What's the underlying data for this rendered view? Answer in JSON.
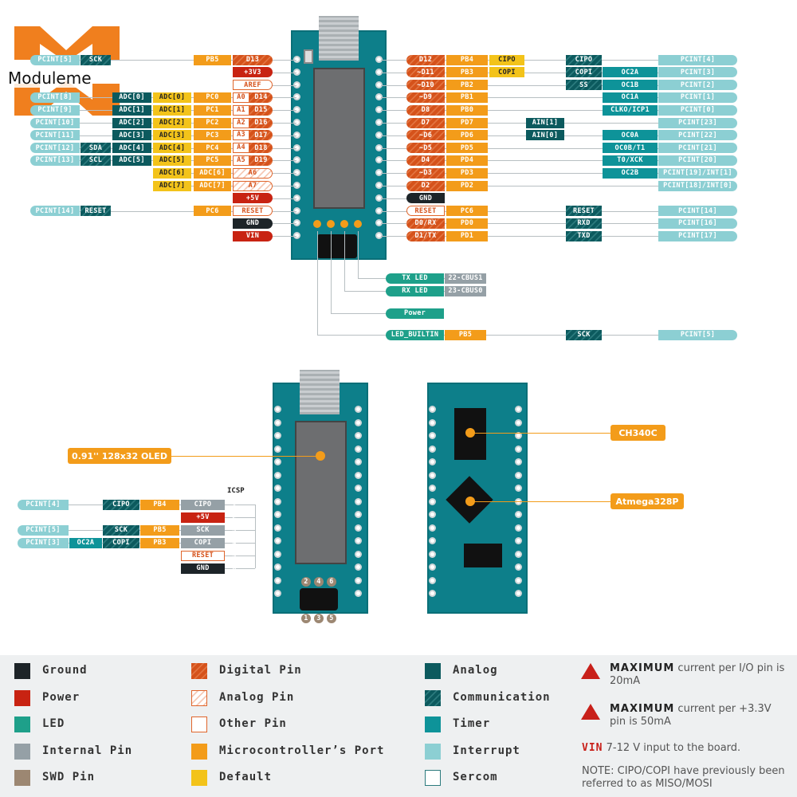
{
  "logo": {
    "text": "Moduleme"
  },
  "left_rows": [
    [
      [
        "pcint",
        "PCINT[5]"
      ],
      [
        "comm",
        "SCK"
      ],
      [
        "port",
        "PB5"
      ],
      [
        "pin",
        "D13",
        "digital"
      ]
    ],
    [
      [
        "pin",
        "+3V3",
        "power"
      ]
    ],
    [
      [
        "pin",
        "AREF",
        "other"
      ]
    ],
    [
      [
        "pcint",
        "PCINT[8]"
      ],
      [
        "analog",
        "ADC[0]"
      ],
      [
        "default",
        "ADC[0]"
      ],
      [
        "port",
        "PC0"
      ],
      [
        "pin",
        "A0 D14",
        "ad"
      ]
    ],
    [
      [
        "pcint",
        "PCINT[9]"
      ],
      [
        "analog",
        "ADC[1]"
      ],
      [
        "default",
        "ADC[1]"
      ],
      [
        "port",
        "PC1"
      ],
      [
        "pin",
        "A1 D15",
        "ad"
      ]
    ],
    [
      [
        "pcint",
        "PCINT[10]"
      ],
      [
        "analog",
        "ADC[2]"
      ],
      [
        "default",
        "ADC[2]"
      ],
      [
        "port",
        "PC2"
      ],
      [
        "pin",
        "A2 D16",
        "ad"
      ]
    ],
    [
      [
        "pcint",
        "PCINT[11]"
      ],
      [
        "analog",
        "ADC[3]"
      ],
      [
        "default",
        "ADC[3]"
      ],
      [
        "port",
        "PC3"
      ],
      [
        "pin",
        "A3 D17",
        "ad"
      ]
    ],
    [
      [
        "pcint",
        "PCINT[12]"
      ],
      [
        "comm",
        "SDA"
      ],
      [
        "analog",
        "ADC[4]"
      ],
      [
        "default",
        "ADC[4]"
      ],
      [
        "port",
        "PC4"
      ],
      [
        "pin",
        "A4 D18",
        "ad"
      ]
    ],
    [
      [
        "pcint",
        "PCINT[13]"
      ],
      [
        "comm",
        "SCL"
      ],
      [
        "analog",
        "ADC[5]"
      ],
      [
        "default",
        "ADC[5]"
      ],
      [
        "port",
        "PC5"
      ],
      [
        "pin",
        "A5 D19",
        "ad"
      ]
    ],
    [
      [
        "default",
        "ADC[6]"
      ],
      [
        "port",
        "ADC[6]"
      ],
      [
        "pin",
        "A6",
        "analogpin"
      ]
    ],
    [
      [
        "default",
        "ADC[7]"
      ],
      [
        "port",
        "ADC[7]"
      ],
      [
        "pin",
        "A7",
        "analogpin"
      ]
    ],
    [
      [
        "pin",
        "+5V",
        "power"
      ]
    ],
    [
      [
        "pcint",
        "PCINT[14]"
      ],
      [
        "comm",
        "RESET"
      ],
      [
        "port",
        "PC6"
      ],
      [
        "pin",
        "RESET",
        "other"
      ]
    ],
    [
      [
        "pin",
        "GND",
        "ground"
      ]
    ],
    [
      [
        "pin",
        "VIN",
        "power"
      ]
    ]
  ],
  "right_rows": [
    [
      [
        "pin",
        "D12",
        "digital"
      ],
      [
        "port",
        "PB4"
      ],
      [
        "default",
        "CIPO"
      ],
      [
        "comm",
        "CIPO"
      ],
      [
        "pcint",
        "PCINT[4]"
      ]
    ],
    [
      [
        "pin",
        "~D11",
        "digital"
      ],
      [
        "port",
        "PB3"
      ],
      [
        "default",
        "COPI"
      ],
      [
        "comm",
        "COPI"
      ],
      [
        "timer",
        "OC2A"
      ],
      [
        "pcint",
        "PCINT[3]"
      ]
    ],
    [
      [
        "pin",
        "~D10",
        "digital"
      ],
      [
        "port",
        "PB2"
      ],
      [
        "comm",
        "SS"
      ],
      [
        "timer",
        "OC1B"
      ],
      [
        "pcint",
        "PCINT[2]"
      ]
    ],
    [
      [
        "pin",
        "~D9",
        "digital"
      ],
      [
        "port",
        "PB1"
      ],
      [
        "timer",
        "OC1A"
      ],
      [
        "pcint",
        "PCINT[1]"
      ]
    ],
    [
      [
        "pin",
        "D8",
        "digital"
      ],
      [
        "port",
        "PB0"
      ],
      [
        "timer",
        "CLKO/ICP1"
      ],
      [
        "pcint",
        "PCINT[0]"
      ]
    ],
    [
      [
        "pin",
        "D7",
        "digital"
      ],
      [
        "port",
        "PD7"
      ],
      [
        "analog",
        "AIN[1]"
      ],
      [
        "pcint",
        "PCINT[23]"
      ]
    ],
    [
      [
        "pin",
        "~D6",
        "digital"
      ],
      [
        "port",
        "PD6"
      ],
      [
        "analog",
        "AIN[0]"
      ],
      [
        "timer",
        "OC0A"
      ],
      [
        "pcint",
        "PCINT[22]"
      ]
    ],
    [
      [
        "pin",
        "~D5",
        "digital"
      ],
      [
        "port",
        "PD5"
      ],
      [
        "timer",
        "OC0B/T1"
      ],
      [
        "pcint",
        "PCINT[21]"
      ]
    ],
    [
      [
        "pin",
        "D4",
        "digital"
      ],
      [
        "port",
        "PD4"
      ],
      [
        "timer",
        "T0/XCK"
      ],
      [
        "pcint",
        "PCINT[20]"
      ]
    ],
    [
      [
        "pin",
        "~D3",
        "digital"
      ],
      [
        "port",
        "PD3"
      ],
      [
        "timer",
        "OC2B"
      ],
      [
        "pcint",
        "PCINT[19]/INT[1]"
      ]
    ],
    [
      [
        "pin",
        "D2",
        "digital"
      ],
      [
        "port",
        "PD2"
      ],
      [
        "pcint",
        "PCINT[18]/INT[0]"
      ]
    ],
    [
      [
        "pin",
        "GND",
        "ground"
      ]
    ],
    [
      [
        "pin",
        "RESET",
        "other"
      ],
      [
        "port",
        "PC6"
      ],
      [
        "comm",
        "RESET"
      ],
      [
        "pcint",
        "PCINT[14]"
      ]
    ],
    [
      [
        "pin",
        "D0/RX",
        "digital"
      ],
      [
        "port",
        "PD0"
      ],
      [
        "comm",
        "RXD"
      ],
      [
        "pcint",
        "PCINT[16]"
      ]
    ],
    [
      [
        "pin",
        "D1/TX",
        "digital"
      ],
      [
        "port",
        "PD1"
      ],
      [
        "comm",
        "TXD"
      ],
      [
        "pcint",
        "PCINT[17]"
      ]
    ]
  ],
  "bottom_rows": [
    [
      [
        "pin",
        "TX LED",
        "led"
      ],
      [
        "port",
        "22-CBUS1",
        "internal"
      ]
    ],
    [
      [
        "pin",
        "RX LED",
        "led"
      ],
      [
        "port",
        "23-CBUS0",
        "internal"
      ]
    ],
    [
      [
        "pin",
        "Power",
        "led"
      ]
    ],
    [
      [
        "pin",
        "LED_BUILTIN",
        "led"
      ],
      [
        "port",
        "PB5"
      ],
      [
        "comm",
        "SCK"
      ],
      [
        "pcint",
        "PCINT[5]"
      ]
    ]
  ],
  "icsp": {
    "title": "ICSP",
    "rows": [
      [
        [
          "pcint",
          "PCINT[4]"
        ],
        [
          "comm",
          "CIPO"
        ],
        [
          "port",
          "PB4"
        ],
        [
          "internal",
          "CIPO"
        ],
        [
          "num",
          "1"
        ]
      ],
      [
        [
          "internal",
          "+5V",
          "power"
        ],
        [
          "num",
          "2"
        ]
      ],
      [
        [
          "pcint",
          "PCINT[5]"
        ],
        [
          "comm",
          "SCK"
        ],
        [
          "port",
          "PB5"
        ],
        [
          "internal",
          "SCK"
        ],
        [
          "num",
          "3"
        ]
      ],
      [
        [
          "pcint",
          "PCINT[3]"
        ],
        [
          "timer",
          "OC2A"
        ],
        [
          "comm",
          "COPI"
        ],
        [
          "port",
          "PB3"
        ],
        [
          "internal",
          "COPI"
        ],
        [
          "num",
          "4"
        ]
      ],
      [
        [
          "internal",
          "RESET",
          "other"
        ],
        [
          "num",
          "5"
        ]
      ],
      [
        [
          "internal",
          "GND",
          "ground"
        ],
        [
          "num",
          "6"
        ]
      ]
    ],
    "header_top": [
      "2",
      "4",
      "6"
    ],
    "header_bottom": [
      "1",
      "3",
      "5"
    ]
  },
  "callouts": {
    "oled": "0.91'' 128x32 OLED",
    "ch340": "CH340C",
    "atmega": "Atmega328P"
  },
  "legend": [
    {
      "label": "Ground",
      "type": "ground"
    },
    {
      "label": "Power",
      "type": "power"
    },
    {
      "label": "LED",
      "type": "led"
    },
    {
      "label": "Internal Pin",
      "type": "internal"
    },
    {
      "label": "SWD Pin",
      "type": "swd"
    },
    {
      "label": "Digital Pin",
      "type": "digital"
    },
    {
      "label": "Analog Pin",
      "type": "analogpin"
    },
    {
      "label": "Other Pin",
      "type": "other"
    },
    {
      "label": "Microcontroller’s Port",
      "type": "port"
    },
    {
      "label": "Default",
      "type": "default"
    },
    {
      "label": "Analog",
      "type": "analog"
    },
    {
      "label": "Communication",
      "type": "comm"
    },
    {
      "label": "Timer",
      "type": "timer"
    },
    {
      "label": "Interrupt",
      "type": "pcint"
    },
    {
      "label": "Sercom",
      "type": "sercom"
    }
  ],
  "notes": {
    "max1_bold": "MAXIMUM",
    "max1_rest": " current per I/O pin is 20mA",
    "max2_bold": "MAXIMUM",
    "max2_rest": " current per +3.3V pin is 50mA",
    "vin_label": "VIN",
    "vin_text": " 7-12 V input to the board.",
    "note": "NOTE: CIPO/COPI have previously been referred to as MISO/MOSI"
  }
}
